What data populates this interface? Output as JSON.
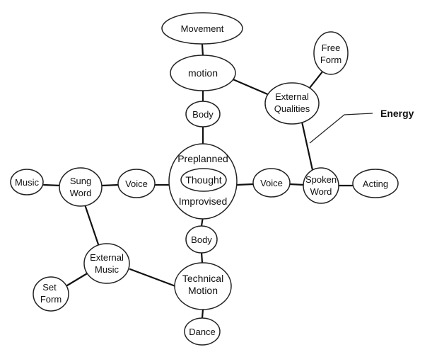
{
  "diagram": {
    "nodes": {
      "movement": "Movement",
      "motion": "motion",
      "free_form": [
        "Free",
        "Form"
      ],
      "external_qualities": [
        "External",
        "Qualities"
      ],
      "body_top": "Body",
      "preplanned": "Preplanned",
      "thought": "Thought",
      "improvised": "Improvised",
      "music": "Music",
      "sung_word": [
        "Sung",
        "Word"
      ],
      "voice_left": "Voice",
      "voice_right": "Voice",
      "spoken_word": [
        "Spoken",
        "Word"
      ],
      "acting": "Acting",
      "body_bottom": "Body",
      "external_music": [
        "External",
        "Music"
      ],
      "set_form": [
        "Set",
        "Form"
      ],
      "technical_motion": [
        "Technical",
        "Motion"
      ],
      "dance": "Dance"
    },
    "annotation": "Energy",
    "colors": {
      "stroke": "#111111",
      "background": "#ffffff"
    }
  }
}
